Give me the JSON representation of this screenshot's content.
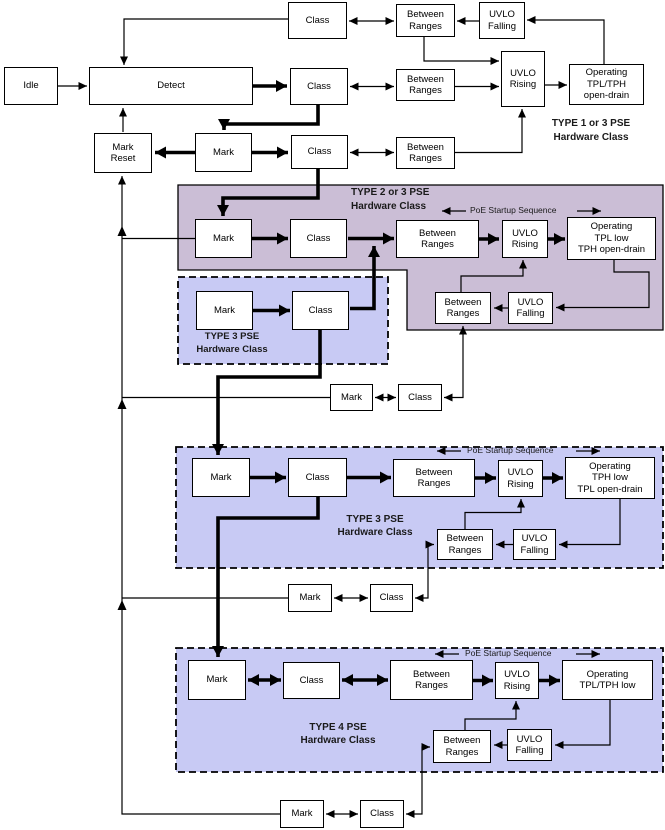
{
  "states": {
    "idle": "Idle",
    "detect": "Detect",
    "mark_reset": "Mark\nReset",
    "mark": "Mark",
    "class": "Class",
    "between_ranges": "Between\nRanges",
    "uvlo_rising": "UVLO\nRising",
    "uvlo_falling": "UVLO\nFalling",
    "operating_type1": "Operating\nTPL/TPH\nopen-drain",
    "operating_type2": "Operating\nTPL low\nTPH open-drain",
    "operating_type3": "Operating\nTPH low\nTPL open-drain",
    "operating_type4": "Operating\nTPL/TPH low"
  },
  "labels": {
    "type1": "TYPE 1 or 3 PSE\nHardware Class",
    "type2": "TYPE 2 or 3 PSE\nHardware Class",
    "type3": "TYPE 3 PSE\nHardware Class",
    "type4": "TYPE 4 PSE\nHardware Class",
    "startup_sequence": "PoE Startup Sequence"
  },
  "colors": {
    "type2_region_bg": "#cbbed6",
    "type3_region_bg": "#c8caf4",
    "box_bg": "#ffffff",
    "line": "#000000"
  }
}
